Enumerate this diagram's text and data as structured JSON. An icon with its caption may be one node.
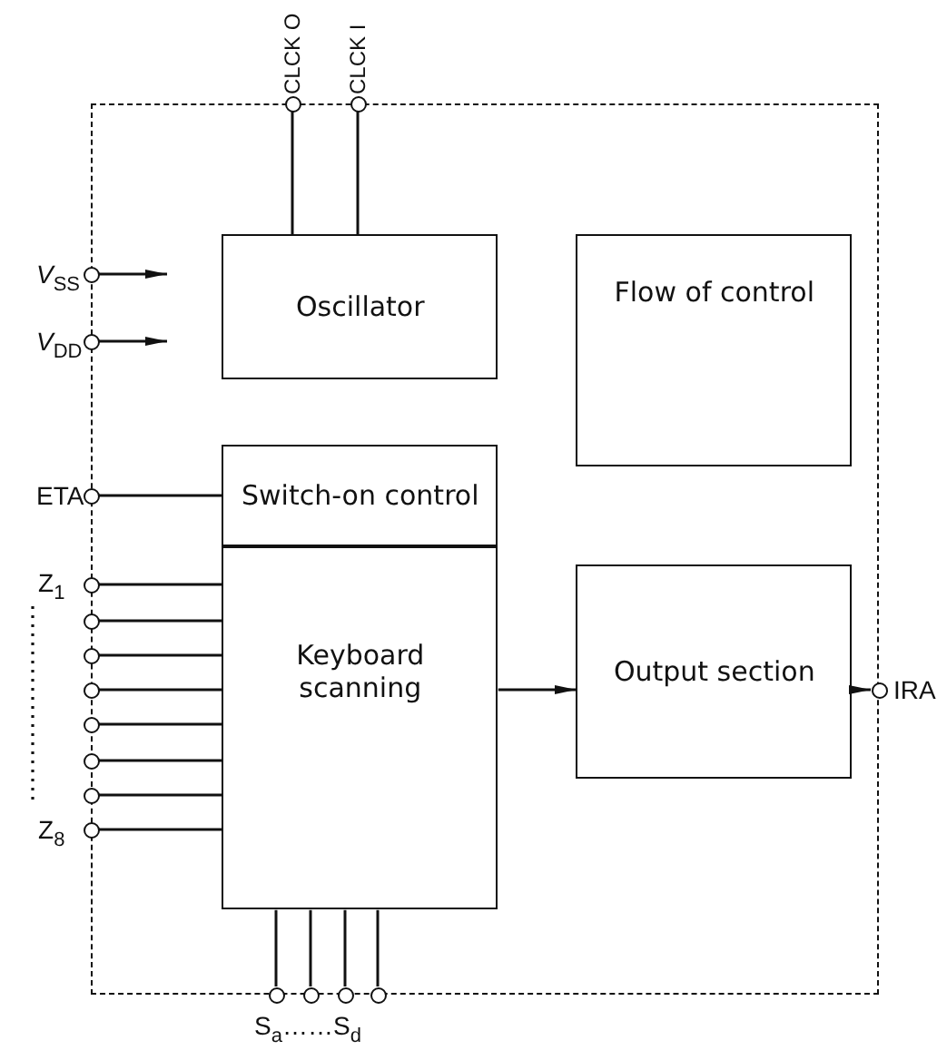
{
  "diagram": {
    "nodes": [
      {
        "text": [],
        "shape": "box"
      },
      {
        "text": [
          "Oscillator"
        ],
        "in": 0
      },
      {
        "text": [
          "Flow of control"
        ],
        "in": 0
      },
      {
        "text": [
          "Switch-on control"
        ],
        "in": 0
      },
      {
        "text": [
          "Keyboard scanning"
        ],
        "in": 0
      },
      {
        "text": [
          "Output section"
        ],
        "in": 0
      },
      {
        "text": [],
        "shape": "circle",
        "beside": [
          "CLCK O"
        ]
      },
      {
        "text": [],
        "shape": "circle",
        "beside": [
          "CLCK I"
        ]
      },
      {
        "text": [],
        "shape": "circle",
        "beside": [
          "*V*$_{SS}$"
        ]
      },
      {
        "text": [],
        "shape": "circle",
        "beside": [
          "*V*$_{DD}$"
        ]
      },
      {
        "text": [],
        "shape": "circle",
        "beside": [
          "ETA"
        ]
      },
      {
        "text": [],
        "shape": "circle",
        "beside": [
          "Z$_{1}$"
        ]
      },
      {
        "text": [],
        "shape": "circle"
      },
      {
        "text": [],
        "shape": "circle"
      },
      {
        "text": [],
        "shape": "circle"
      },
      {
        "text": [],
        "shape": "circle"
      },
      {
        "text": [],
        "shape": "circle"
      },
      {
        "text": [],
        "shape": "circle"
      },
      {
        "text": [],
        "shape": "circle",
        "beside": [
          "Z$_{8}$"
        ]
      },
      {
        "text": [],
        "shape": "circle"
      },
      {
        "text": [],
        "shape": "circle"
      },
      {
        "text": [],
        "shape": "circle"
      },
      {
        "text": [],
        "shape": "circle"
      },
      {
        "text": [],
        "shape": "circle",
        "beside": [
          "IRA"
        ]
      }
    ],
    "edges": [
      {
        "from": 6,
        "to": 1,
        "arrow": "none"
      },
      {
        "from": 7,
        "to": 1,
        "arrow": "none"
      },
      {
        "from": 8,
        "to": null,
        "arrow": "to"
      },
      {
        "from": 9,
        "to": null,
        "arrow": "to"
      },
      {
        "from": 10,
        "to": 3,
        "arrow": "none"
      },
      {
        "from": 11,
        "to": 4,
        "arrow": "none"
      },
      {
        "from": 12,
        "to": 4,
        "arrow": "none"
      },
      {
        "from": 13,
        "to": 4,
        "arrow": "none"
      },
      {
        "from": 14,
        "to": 4,
        "arrow": "none"
      },
      {
        "from": 15,
        "to": 4,
        "arrow": "none"
      },
      {
        "from": 16,
        "to": 4,
        "arrow": "none"
      },
      {
        "from": 17,
        "to": 4,
        "arrow": "none"
      },
      {
        "from": 18,
        "to": 4,
        "arrow": "none"
      },
      {
        "from": 19,
        "to": 4,
        "arrow": "none"
      },
      {
        "from": 20,
        "to": 4,
        "arrow": "none"
      },
      {
        "from": 21,
        "to": 4,
        "arrow": "none"
      },
      {
        "from": 22,
        "to": 4,
        "arrow": "none"
      },
      {
        "from": 4,
        "to": 5,
        "arrow": "to"
      },
      {
        "from": 5,
        "to": 23,
        "arrow": "to"
      }
    ],
    "labels": [
      "S$_{a}$……S$_{d}$"
    ]
  }
}
